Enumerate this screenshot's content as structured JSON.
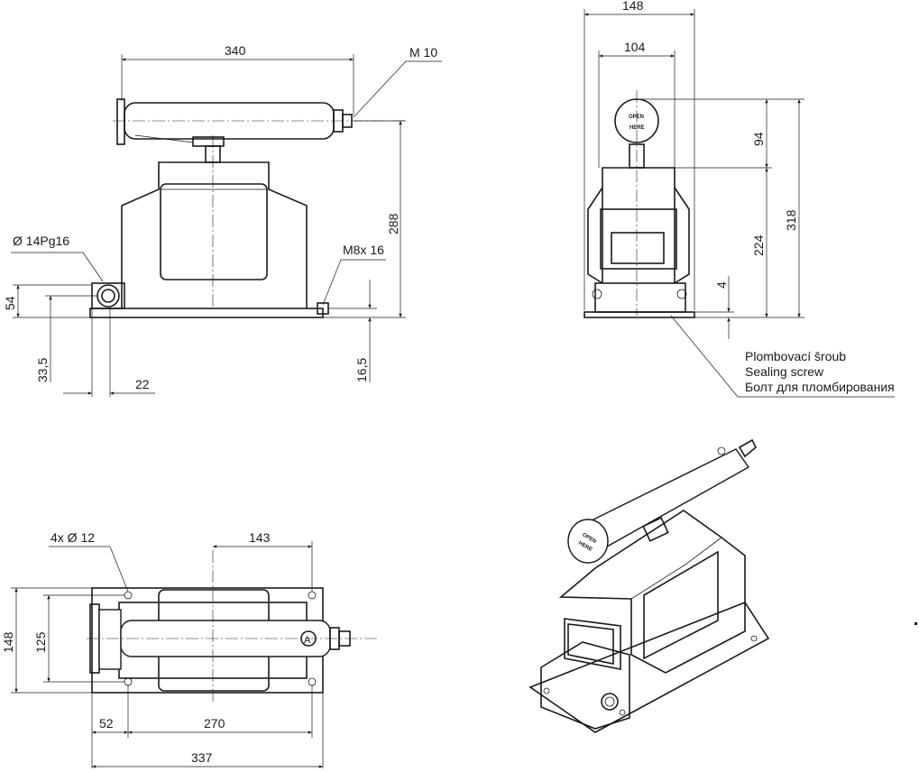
{
  "front_view": {
    "dim_width": "340",
    "dim_thread": "M 10",
    "dim_height": "288",
    "dim_hole": "Ø 14Pg16",
    "dim_terminal": "M8x 16",
    "dim_54": "54",
    "dim_33_5": "33,5",
    "dim_22": "22",
    "dim_16_5": "16,5"
  },
  "side_view": {
    "dim_148": "148",
    "dim_104": "104",
    "dim_94": "94",
    "dim_318": "318",
    "dim_224": "224",
    "dim_4": "4",
    "cap_label_1": "OPEN",
    "cap_label_2": "HERE",
    "note_cz": "Plombovací šroub",
    "note_en": "Sealing screw",
    "note_ru": "Болт для пломбирования"
  },
  "top_view": {
    "dim_holes": "4x  Ø 12",
    "dim_143": "143",
    "dim_148": "148",
    "dim_125": "125",
    "dim_52": "52",
    "dim_270": "270",
    "dim_337": "337",
    "marker": "A"
  },
  "iso_view": {
    "cap_label_1": "OPEN",
    "cap_label_2": "HERE"
  }
}
